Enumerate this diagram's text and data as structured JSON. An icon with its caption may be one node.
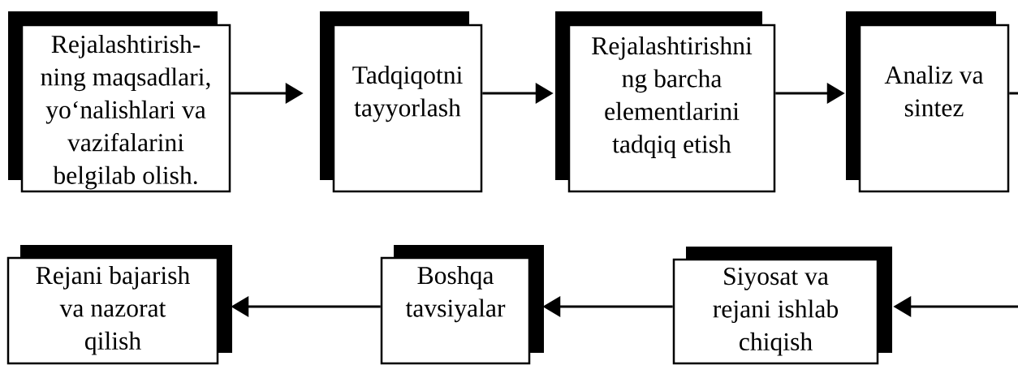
{
  "diagram": {
    "nodes": [
      {
        "text": [
          "Rejalashtirish- ning maqsadlari, yo‘nalishlari va vazifalarini belgilab olish."
        ]
      },
      {
        "text": [
          "Tadqiqotni tayyorlash"
        ]
      },
      {
        "text": [
          "Rejalashtirishni ng barcha elementlarini tadqiq etish"
        ]
      },
      {
        "text": [
          "Analiz va sintez"
        ]
      },
      {
        "text": [
          "Siyosat va rejani ishlab chiqish"
        ]
      },
      {
        "text": [
          "Boshqa tavsiyalar"
        ]
      },
      {
        "text": [
          "Rejani bajarish va nazorat qilish"
        ]
      }
    ],
    "edges": [
      {
        "from": 0,
        "to": 1,
        "arrow": "to"
      },
      {
        "from": 1,
        "to": 2,
        "arrow": "to"
      },
      {
        "from": 2,
        "to": 3,
        "arrow": "to"
      },
      {
        "from": 3,
        "to": 4,
        "arrow": "to"
      },
      {
        "from": 4,
        "to": 5,
        "arrow": "to"
      },
      {
        "from": 5,
        "to": 6,
        "arrow": "to"
      }
    ]
  }
}
